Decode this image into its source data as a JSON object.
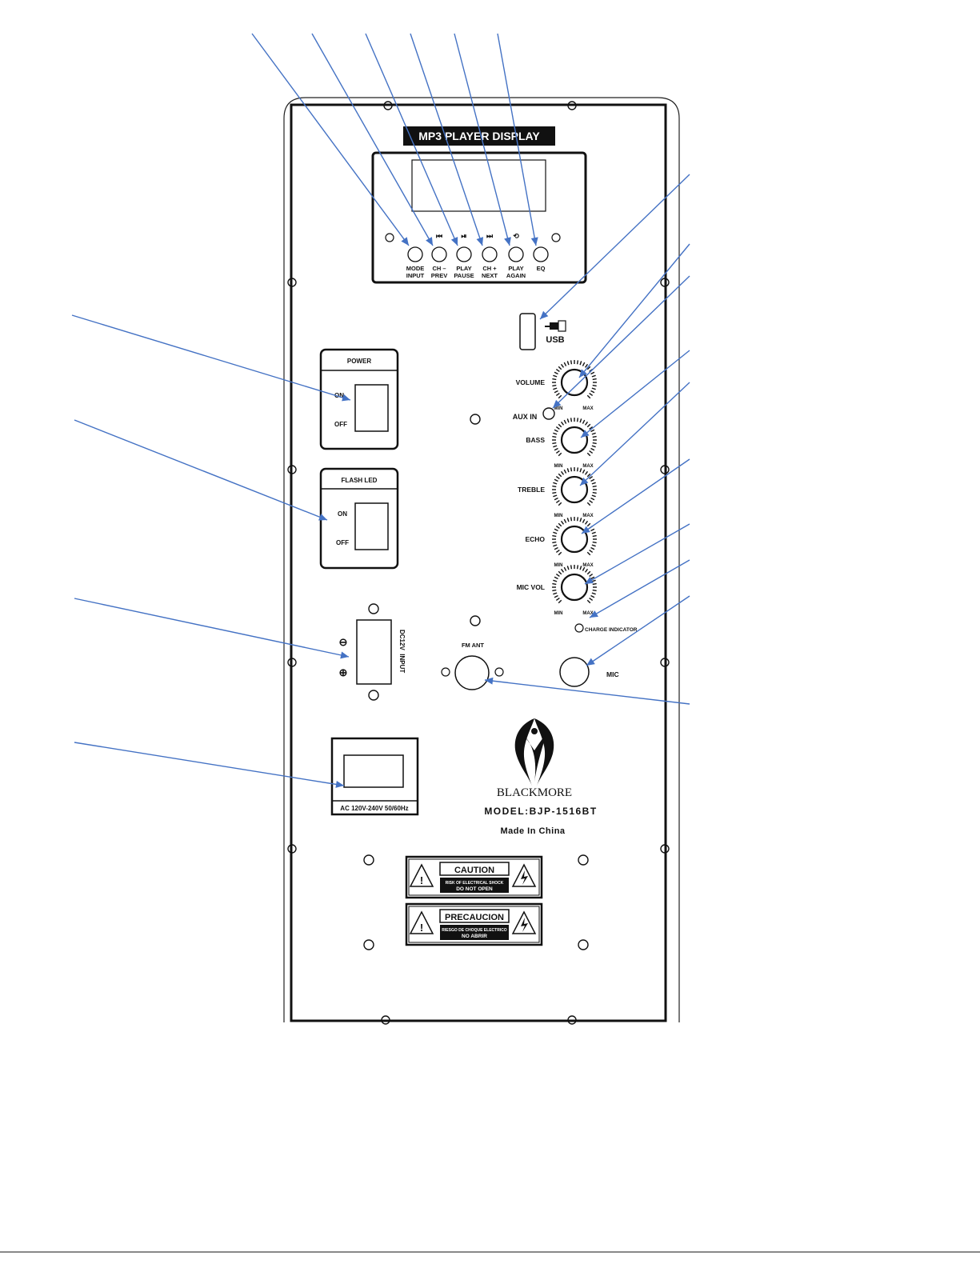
{
  "display": {
    "title": "MP3 PLAYER DISPLAY",
    "buttons": [
      {
        "icon": "",
        "line1": "MODE",
        "line2": "INPUT"
      },
      {
        "icon": "⏮",
        "line1": "CH –",
        "line2": "PREV"
      },
      {
        "icon": "⏯",
        "line1": "PLAY",
        "line2": "PAUSE"
      },
      {
        "icon": "⏭",
        "line1": "CH +",
        "line2": "NEXT"
      },
      {
        "icon": "⟲",
        "line1": "PLAY",
        "line2": "AGAIN"
      },
      {
        "icon": "",
        "line1": "EQ",
        "line2": ""
      }
    ]
  },
  "usb": {
    "label": "USB"
  },
  "knobs": [
    {
      "label": "VOLUME"
    },
    {
      "label": "BASS"
    },
    {
      "label": "TREBLE"
    },
    {
      "label": "ECHO"
    },
    {
      "label": "MIC VOL"
    }
  ],
  "knob_scale": {
    "min": "MIN",
    "max": "MAX"
  },
  "aux_in": {
    "label": "AUX IN"
  },
  "charge_indicator": {
    "label": "CHARGE INDICATOR"
  },
  "power_switch": {
    "title": "POWER",
    "on": "ON",
    "off": "OFF"
  },
  "flash_switch": {
    "title": "FLASH LED",
    "on": "ON",
    "off": "OFF"
  },
  "dc_input": {
    "label": "DC12V  INPUT",
    "minus": "⊖",
    "plus": "⊕"
  },
  "fm_ant": {
    "label": "FM ANT"
  },
  "mic": {
    "label": "MIC"
  },
  "ac_input": {
    "label": "AC 120V-240V 50/60Hz"
  },
  "brand": {
    "name": "BLACKMORE",
    "model": "MODEL:BJP-1516BT",
    "origin": "Made In China"
  },
  "caution": {
    "title": "CAUTION",
    "line1": "RISK OF ELECTRICAL SHOCK",
    "line2": "DO NOT OPEN"
  },
  "precaucion": {
    "title": "PRECAUCION",
    "line1": "RIESGO DE CHOQUE ELECTRICO",
    "line2": "NO ABRIR"
  }
}
